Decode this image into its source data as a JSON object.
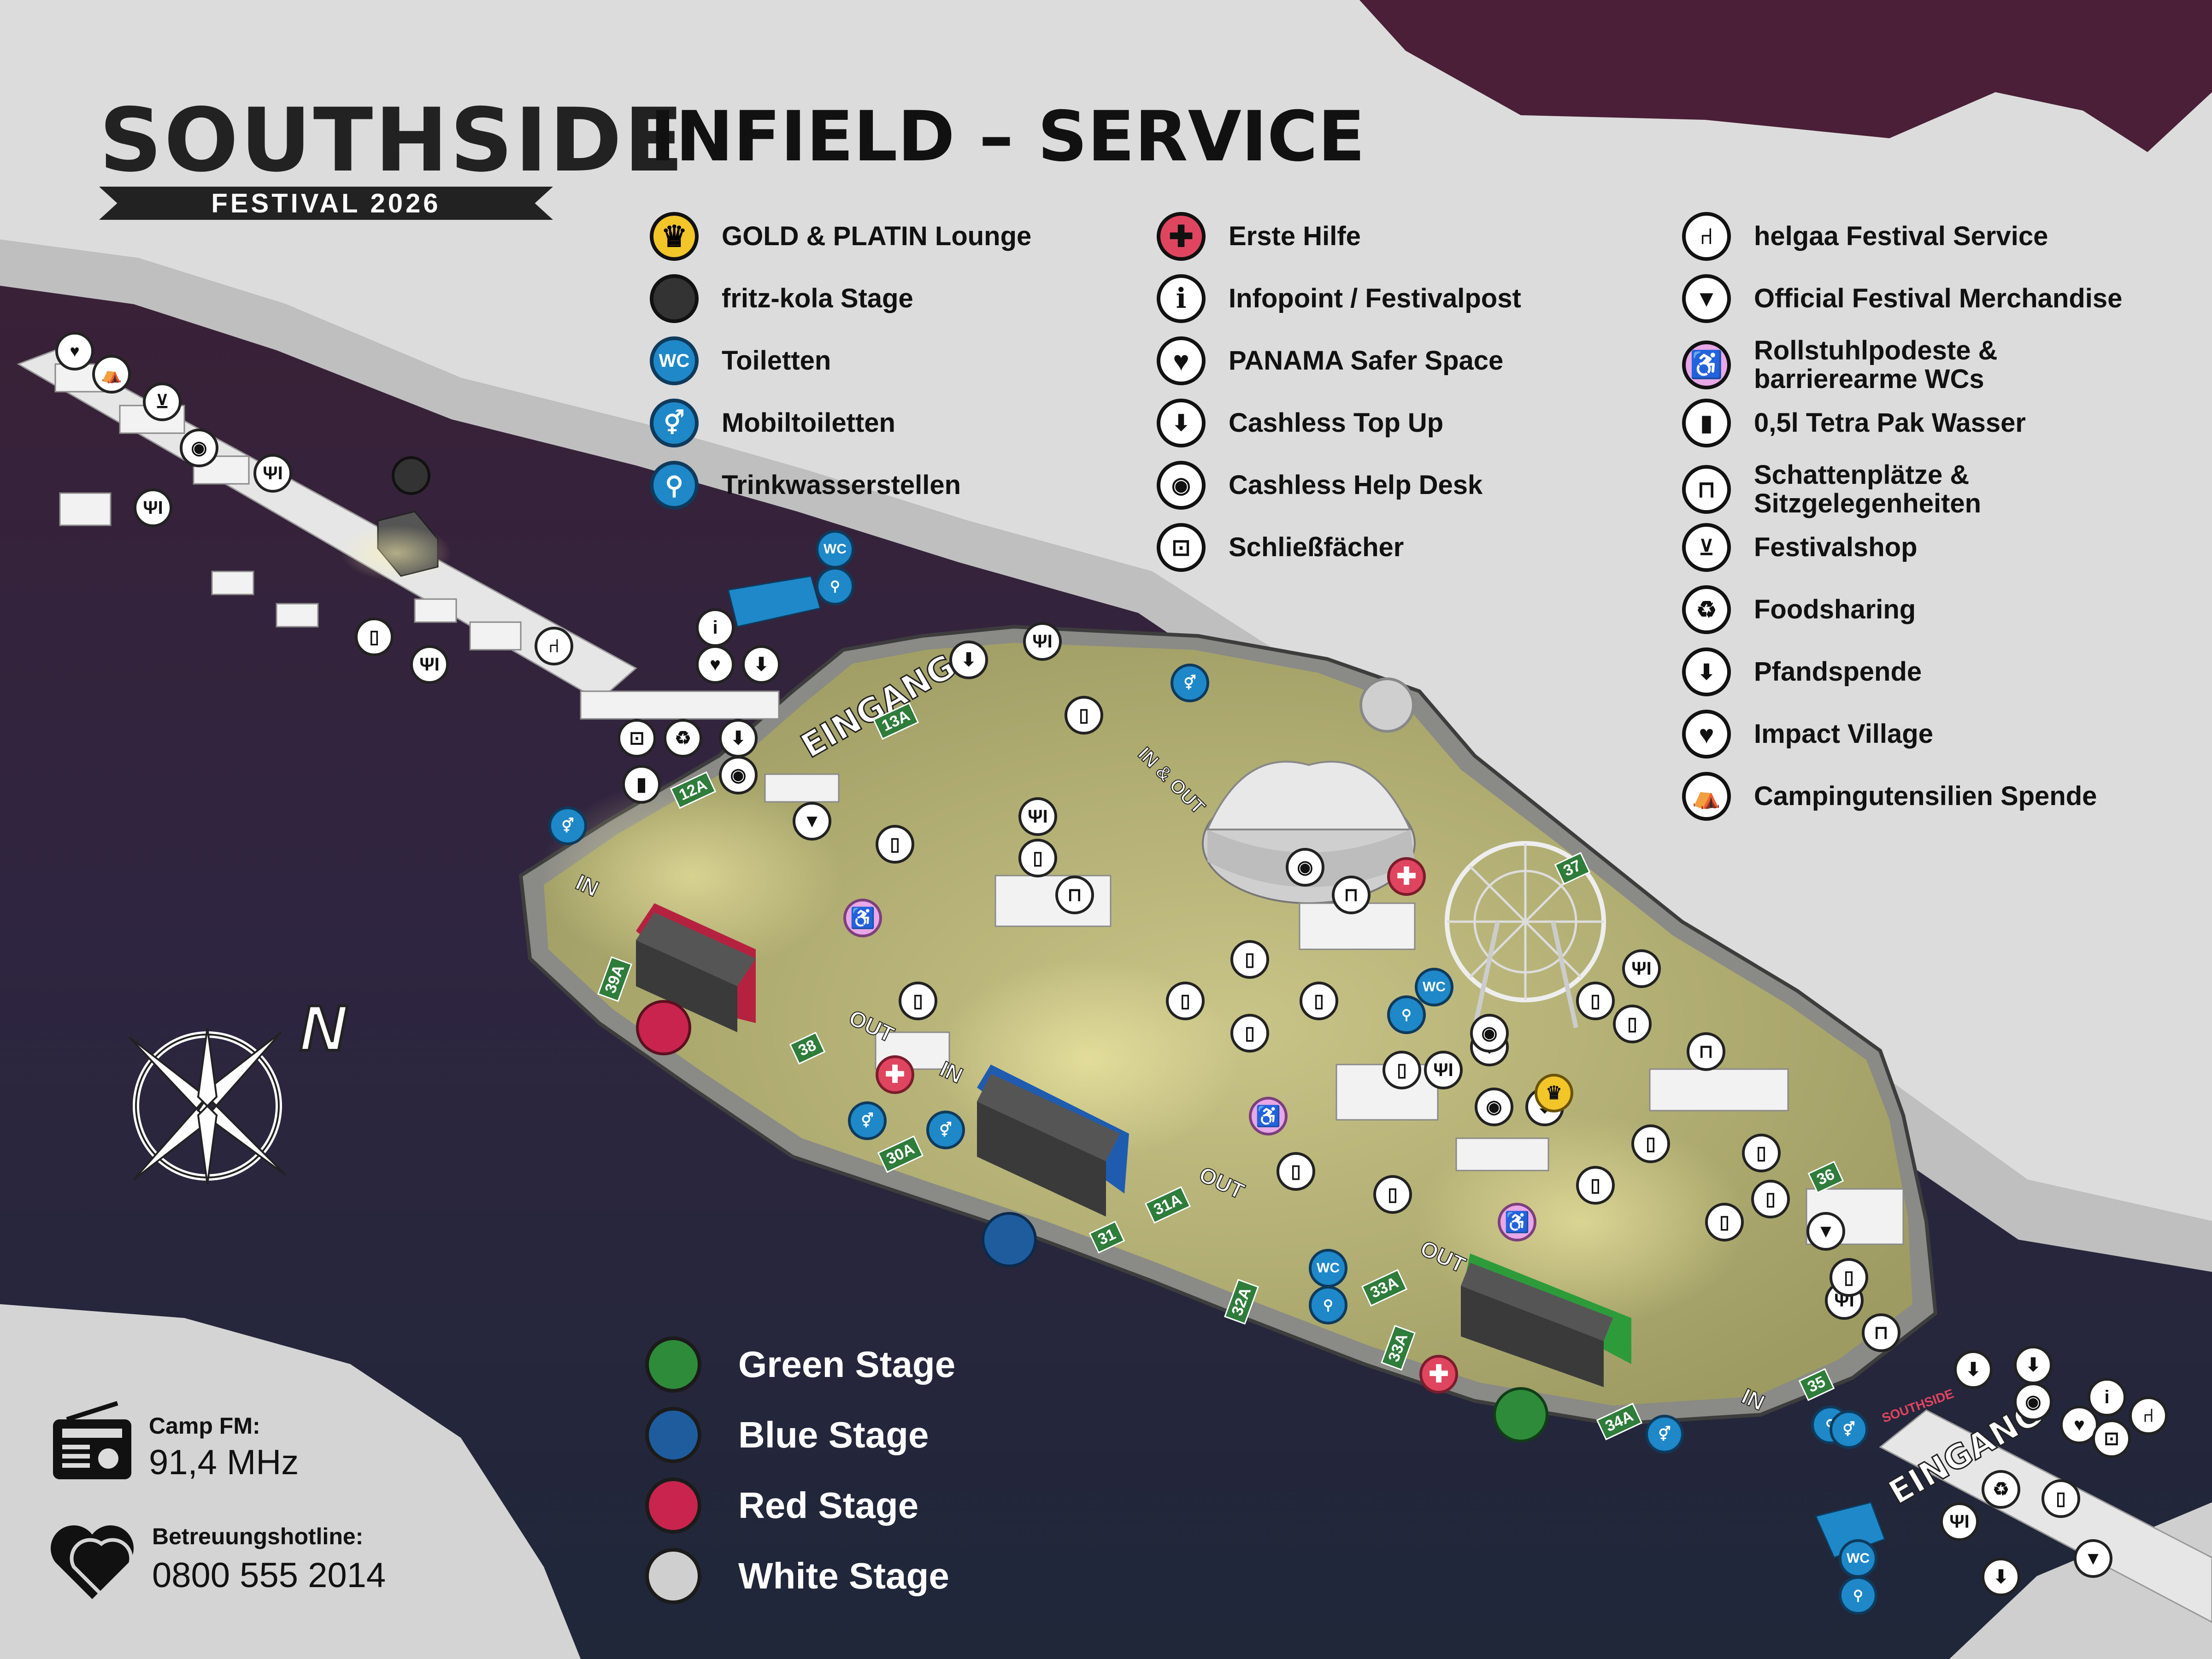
{
  "header": {
    "logo_word": "SOUTHSIDE",
    "logo_sub": "FESTIVAL 2026",
    "title": "INFIELD – SERVICE"
  },
  "legend": {
    "col1": [
      {
        "label": "GOLD & PLATIN Lounge",
        "icon": "crown-icon",
        "color": "#f2c528",
        "glyph": "♛"
      },
      {
        "label": "fritz-kola Stage",
        "icon": "fritz-kola-stage-icon",
        "color": "#333333",
        "glyph": ""
      },
      {
        "label": "Toiletten",
        "icon": "wc-icon",
        "color": "#1e88c8",
        "glyph": "WC"
      },
      {
        "label": "Mobiltoiletten",
        "icon": "mobile-toilet-icon",
        "color": "#1e88c8",
        "glyph": "🚻"
      },
      {
        "label": "Trinkwasserstellen",
        "icon": "water-tap-icon",
        "color": "#1e88c8",
        "glyph": "🚰"
      }
    ],
    "col2": [
      {
        "label": "Erste Hilfe",
        "icon": "first-aid-icon",
        "color": "#e0455f",
        "glyph": "✚"
      },
      {
        "label": "Infopoint / Festivalpost",
        "icon": "info-icon",
        "color": "#ffffff",
        "glyph": "i"
      },
      {
        "label": "PANAMA Safer Space",
        "icon": "heart-icon",
        "color": "#ffffff",
        "glyph": "♥"
      },
      {
        "label": "Cashless Top Up",
        "icon": "cashless-topup-icon",
        "color": "#ffffff",
        "glyph": "⬇"
      },
      {
        "label": "Cashless Help Desk",
        "icon": "cashless-help-icon",
        "color": "#ffffff",
        "glyph": "◉"
      },
      {
        "label": "Schließfächer",
        "icon": "lock-icon",
        "color": "#ffffff",
        "glyph": "🔒"
      }
    ],
    "col3": [
      {
        "label": "helgaa Festival Service",
        "icon": "chair-icon",
        "color": "#ffffff",
        "glyph": "⑁"
      },
      {
        "label": "Official Festival Merchandise",
        "icon": "shirt-icon",
        "color": "#ffffff",
        "glyph": "👕"
      },
      {
        "label": "Rollstuhlpodeste &\nbarrierearme WCs",
        "icon": "wheelchair-icon",
        "color": "#e8a7e6",
        "glyph": "♿"
      },
      {
        "label": "0,5l Tetra Pak Wasser",
        "icon": "water-pack-icon",
        "color": "#ffffff",
        "glyph": "▮"
      },
      {
        "label": "Schattenplätze &\nSitzgelegenheiten",
        "icon": "bench-icon",
        "color": "#ffffff",
        "glyph": "⊓"
      },
      {
        "label": "Festivalshop",
        "icon": "cart-icon",
        "color": "#ffffff",
        "glyph": "🛒"
      },
      {
        "label": "Foodsharing",
        "icon": "foodsharing-icon",
        "color": "#ffffff",
        "glyph": "♻"
      },
      {
        "label": "Pfandspende",
        "icon": "deposit-donation-icon",
        "color": "#ffffff",
        "glyph": "⬇"
      },
      {
        "label": "Impact Village",
        "icon": "impact-village-icon",
        "color": "#ffffff",
        "glyph": "♥"
      },
      {
        "label": "Campingutensilien Spende",
        "icon": "camping-donation-icon",
        "color": "#ffffff",
        "glyph": "⛺"
      }
    ]
  },
  "stages": [
    {
      "label": "Green Stage",
      "color": "#2e8b3a"
    },
    {
      "label": "Blue Stage",
      "color": "#1f5c9e"
    },
    {
      "label": "Red Stage",
      "color": "#c8244e"
    },
    {
      "label": "White Stage",
      "color": "#cfcfcf"
    }
  ],
  "info": {
    "radio_label": "Camp FM:",
    "radio_value": "91,4 MHz",
    "hotline_label": "Betreuungshotline:",
    "hotline_value": "0800 555 2014"
  },
  "map": {
    "entrance_label": "EINGANG",
    "in_label": "IN",
    "out_label": "OUT",
    "in_out_label": "IN & OUT",
    "north_label": "N",
    "banner": "SOUTHSIDE",
    "gates": [
      "13A",
      "12A",
      "39A",
      "38",
      "30A",
      "31A",
      "31",
      "32A",
      "33A",
      "33A",
      "34A",
      "35",
      "36",
      "37"
    ]
  }
}
